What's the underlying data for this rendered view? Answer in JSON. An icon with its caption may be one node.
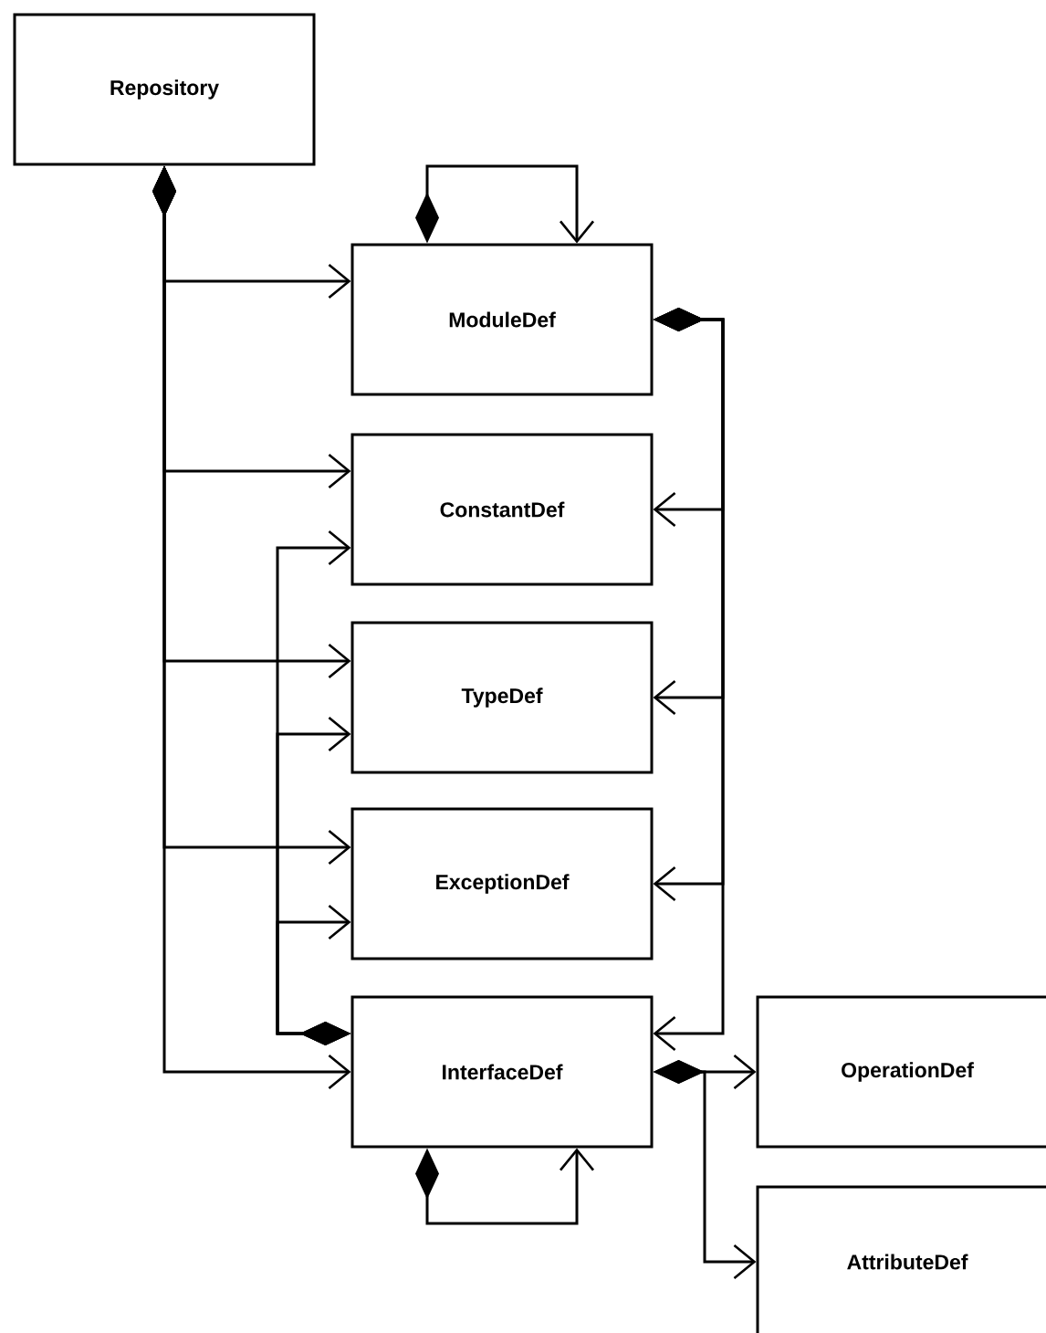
{
  "diagram": {
    "nodes": [
      {
        "text": [
          "Repository"
        ]
      },
      {
        "text": [
          "ModuleDef"
        ]
      },
      {
        "text": [
          "ConstantDef"
        ]
      },
      {
        "text": [
          "TypeDef"
        ]
      },
      {
        "text": [
          "ExceptionDef"
        ]
      },
      {
        "text": [
          "InterfaceDef"
        ]
      },
      {
        "text": [
          "OperationDef"
        ]
      },
      {
        "text": [
          "AttributeDef"
        ]
      }
    ],
    "edges": [
      {
        "from": 0,
        "to": 1,
        "arrow": "to"
      },
      {
        "from": 0,
        "to": 2,
        "arrow": "to"
      },
      {
        "from": 0,
        "to": 3,
        "arrow": "to"
      },
      {
        "from": 0,
        "to": 4,
        "arrow": "to"
      },
      {
        "from": 0,
        "to": 5,
        "arrow": "to"
      },
      {
        "from": 1,
        "to": 1,
        "arrow": "to"
      },
      {
        "from": 1,
        "to": 2,
        "arrow": "to"
      },
      {
        "from": 1,
        "to": 3,
        "arrow": "to"
      },
      {
        "from": 1,
        "to": 4,
        "arrow": "to"
      },
      {
        "from": 1,
        "to": 5,
        "arrow": "to"
      },
      {
        "from": 5,
        "to": 2,
        "arrow": "to"
      },
      {
        "from": 5,
        "to": 3,
        "arrow": "to"
      },
      {
        "from": 5,
        "to": 4,
        "arrow": "to"
      },
      {
        "from": 5,
        "to": 5,
        "arrow": "to"
      },
      {
        "from": 5,
        "to": 6,
        "arrow": "to"
      },
      {
        "from": 5,
        "to": 7,
        "arrow": "to"
      }
    ]
  }
}
